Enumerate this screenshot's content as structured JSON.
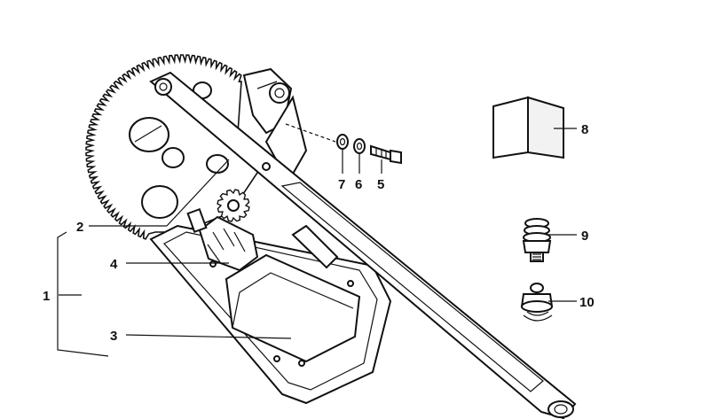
{
  "diagram": {
    "callouts": [
      {
        "id": "1",
        "label": "1"
      },
      {
        "id": "2",
        "label": "2"
      },
      {
        "id": "3",
        "label": "3"
      },
      {
        "id": "4",
        "label": "4"
      },
      {
        "id": "5",
        "label": "5"
      },
      {
        "id": "6",
        "label": "6"
      },
      {
        "id": "7",
        "label": "7"
      },
      {
        "id": "8",
        "label": "8"
      },
      {
        "id": "9",
        "label": "9"
      },
      {
        "id": "10",
        "label": "10"
      }
    ]
  },
  "colors": {
    "ink": "#111111",
    "paper": "#ffffff"
  }
}
